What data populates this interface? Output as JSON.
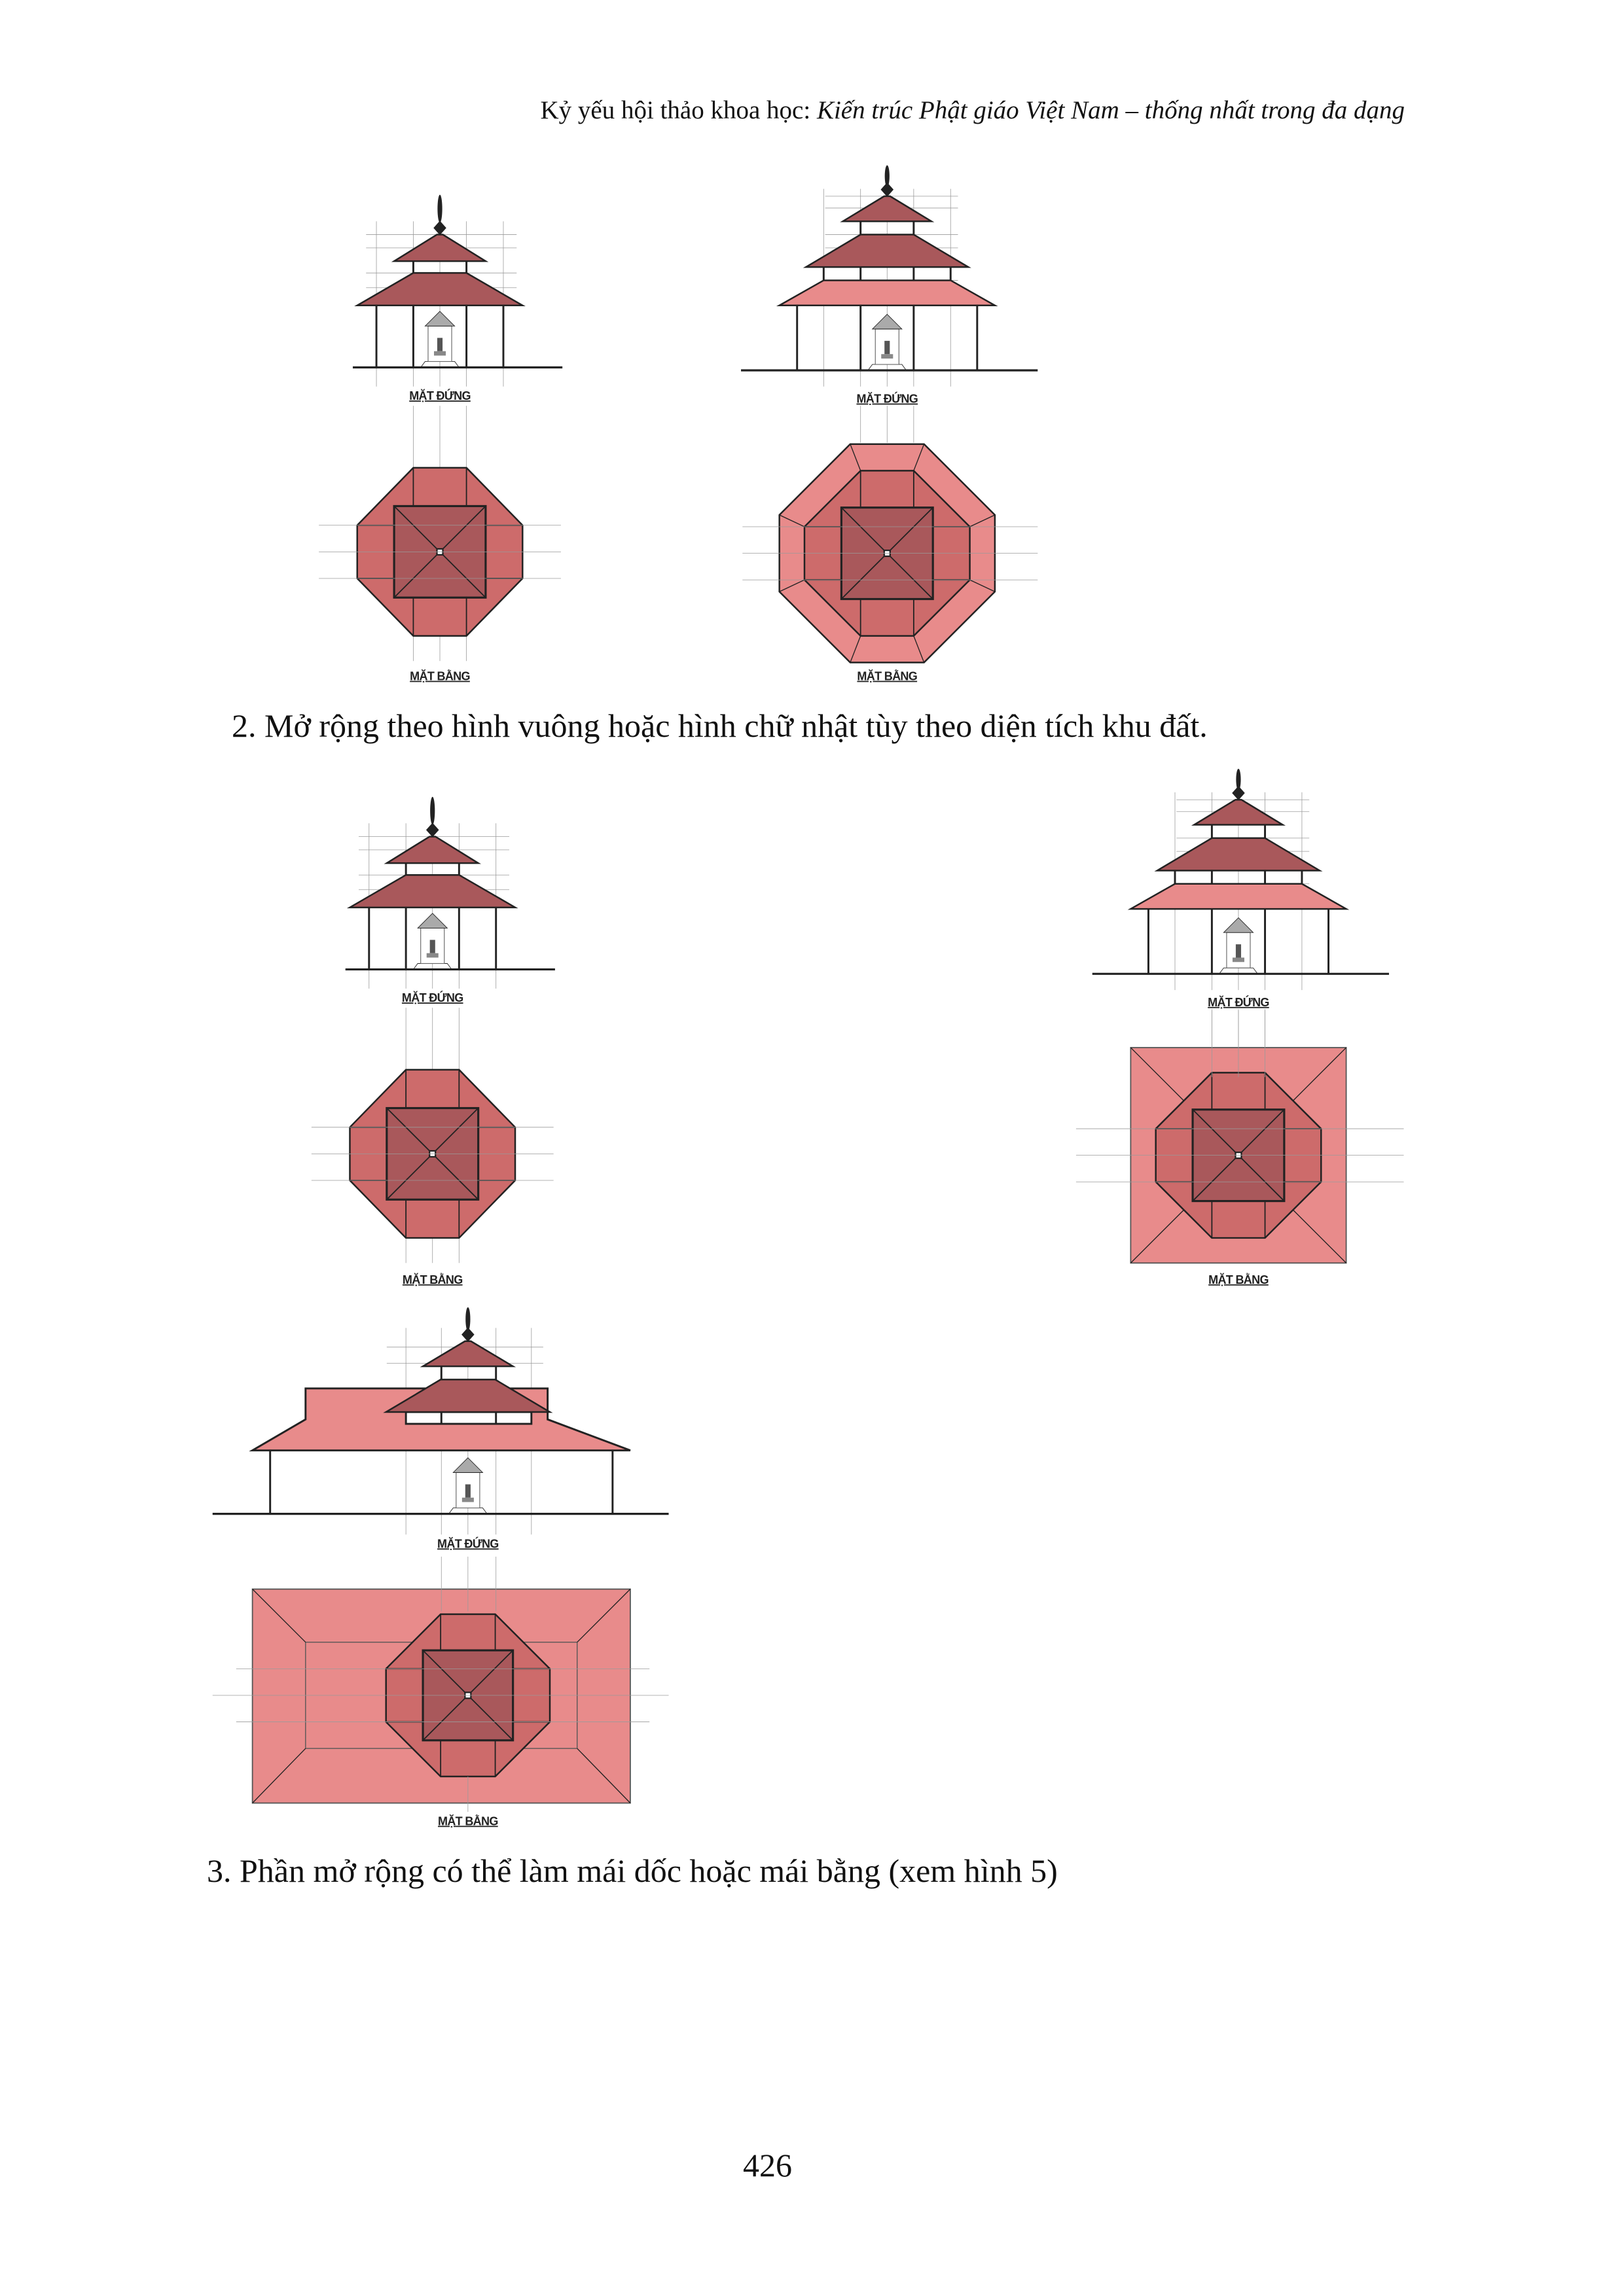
{
  "header": {
    "plain": "Kỷ yếu hội thảo khoa học: ",
    "italic": "Kiến trúc Phật giáo Việt Nam – thống nhất trong đa dạng"
  },
  "figures": [
    {
      "elevation_label": "MẶT ĐỨNG",
      "plan_label": "MẶT BẰNG"
    },
    {
      "elevation_label": "MẶT ĐỨNG",
      "plan_label": "MẶT BẰNG"
    },
    {
      "elevation_label": "MẶT ĐỨNG",
      "plan_label": "MẶT BẰNG"
    },
    {
      "elevation_label": "MẶT ĐỨNG",
      "plan_label": "MẶT BẰNG"
    },
    {
      "elevation_label": "MẶT ĐỨNG",
      "plan_label": "MẶT BẰNG"
    }
  ],
  "captions": {
    "item2": "2. Mở rộng theo hình vuông hoặc hình chữ nhật tùy theo diện tích khu đất.",
    "item3": "3. Phần mở rộng có thể làm mái dốc hoặc mái bằng (xem hình 5)"
  },
  "page_number": "426",
  "colors": {
    "roof_dark": "#a9585b",
    "roof_mid": "#cd6b6b",
    "roof_light": "#e88b8b",
    "line": "#222222",
    "guide": "#9a9a9a"
  }
}
